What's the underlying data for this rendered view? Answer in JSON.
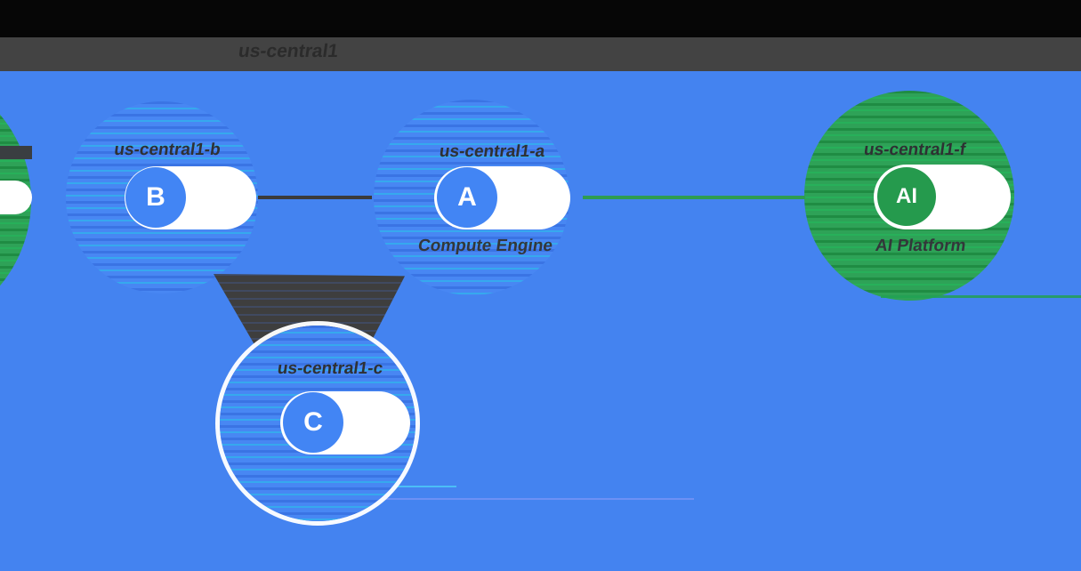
{
  "header": {
    "title": "us-central1"
  },
  "diagram": {
    "zones": [
      {
        "id": "zone-offscreen-left",
        "letter": "",
        "label": "",
        "note": "green zone circle cut off at left edge"
      },
      {
        "id": "zone-b",
        "letter": "B",
        "label": "us-central1-b"
      },
      {
        "id": "zone-a",
        "letter": "A",
        "label": "us-central1-a",
        "sublabel": "Compute Engine"
      },
      {
        "id": "zone-c",
        "letter": "C",
        "label": "us-central1-c"
      },
      {
        "id": "zone-ai",
        "letter": "AI",
        "label": "us-central1-f",
        "sublabel": "AI Platform"
      }
    ],
    "connections": [
      {
        "from": "B",
        "to": "A",
        "style": "dark horizontal line"
      },
      {
        "from": "A",
        "to": "AI",
        "style": "green horizontal line"
      },
      {
        "from": "B",
        "to": "C",
        "style": "dark funnel edge"
      },
      {
        "from": "A",
        "to": "C",
        "style": "dark funnel edge"
      }
    ],
    "colors": {
      "background_blue": "#4483f0",
      "zone_blue": "#4285f4",
      "zone_green": "#2b9e4e",
      "link_dark": "#3b3b3b",
      "link_green": "#2e9c50",
      "region_bar": "#434343",
      "top_band": "#060606",
      "label_text": "#2e3133",
      "node_text": "#ffffff"
    }
  }
}
